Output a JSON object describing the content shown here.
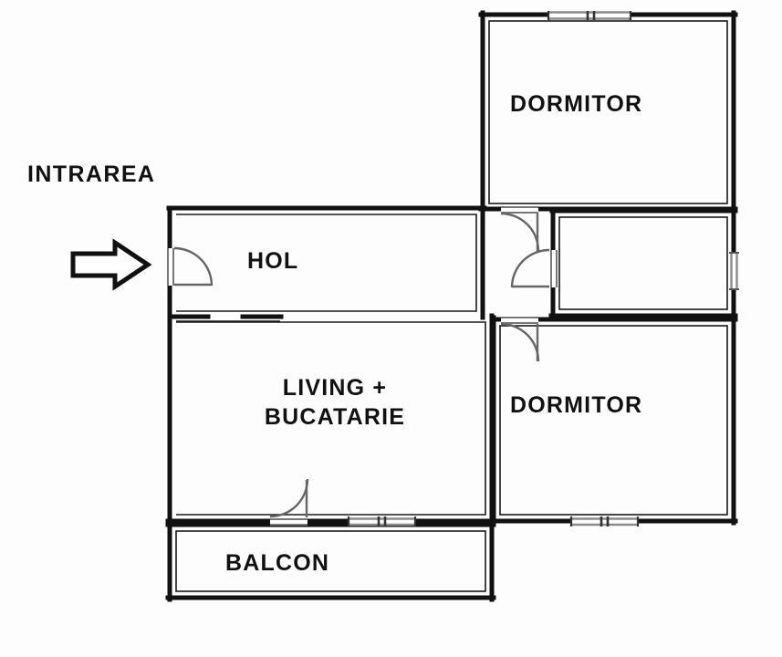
{
  "plan": {
    "title": "INTRAREA",
    "entrance_label": "INTRAREA",
    "background_color": "#fdfdfd",
    "wall_color": "#111111",
    "window_color": "#8c8c8c",
    "door_arc_color": "#555555",
    "rooms": [
      {
        "id": "hol",
        "label": "HOL"
      },
      {
        "id": "dormitor-top",
        "label": "DORMITOR"
      },
      {
        "id": "dormitor-bottom",
        "label": "DORMITOR"
      },
      {
        "id": "living-bucatarie",
        "label": "LIVING +\nBUCATARIE"
      },
      {
        "id": "balcon",
        "label": "BALCON"
      }
    ],
    "markers": {
      "entrance_arrow": "arrow-right-icon"
    }
  }
}
